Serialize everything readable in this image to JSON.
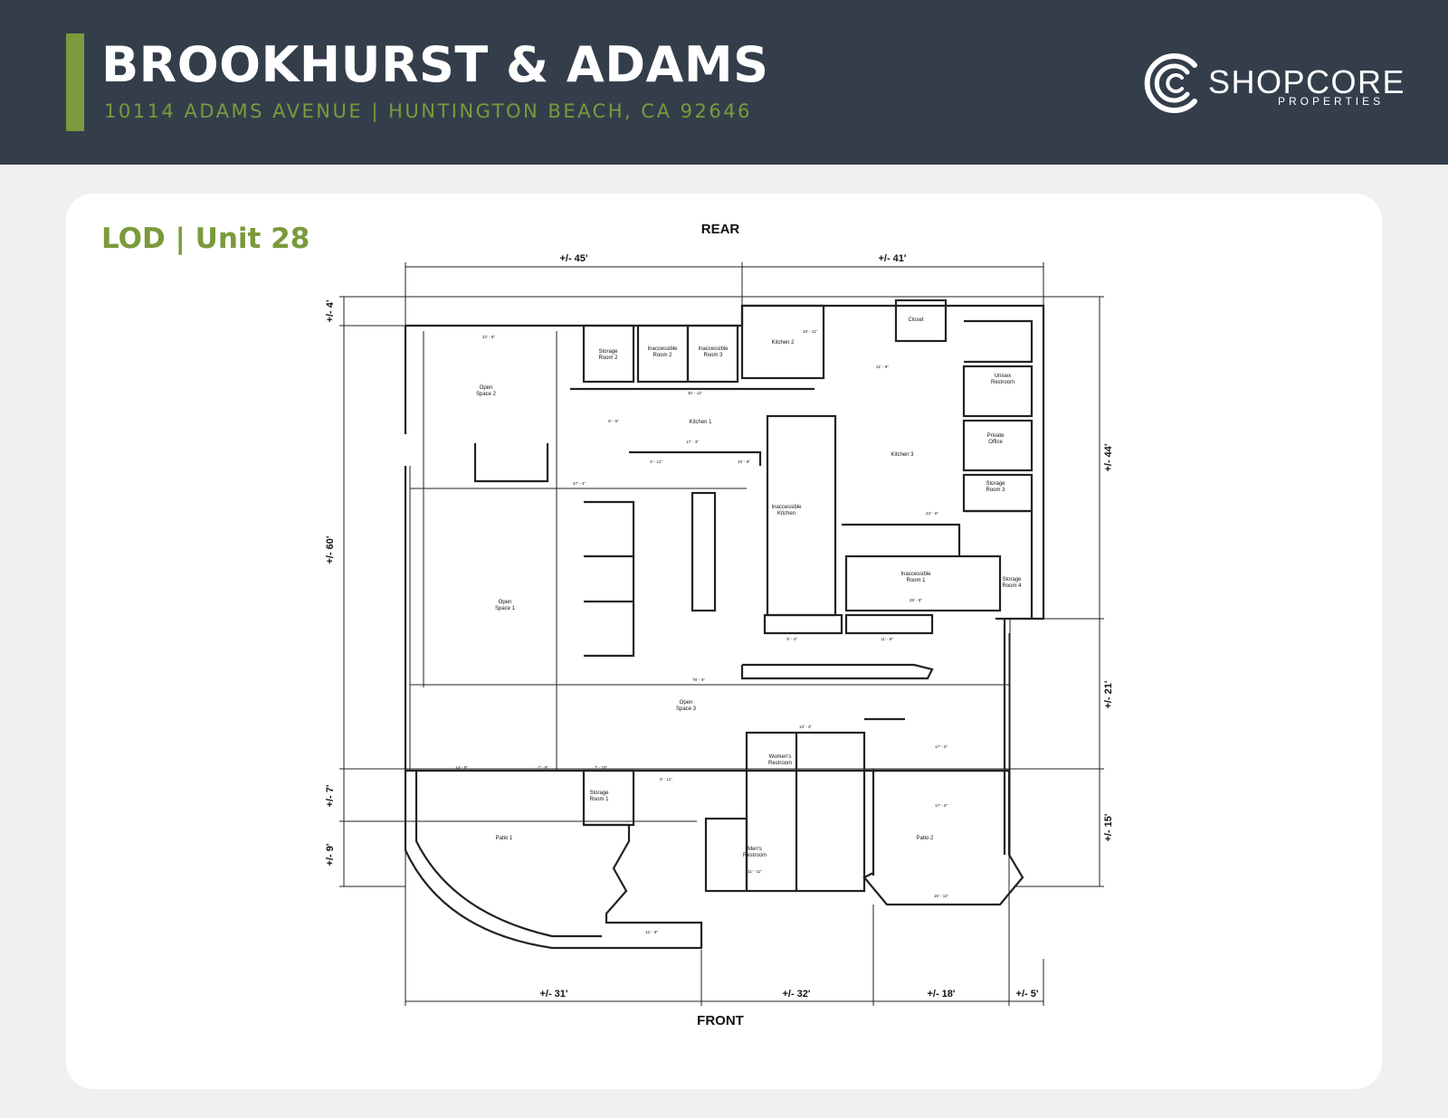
{
  "header": {
    "title": "BROOKHURST & ADAMS",
    "address": "10114 ADAMS AVENUE  |  HUNTINGTON BEACH, CA 92646",
    "logo": {
      "name": "SHOPCORE",
      "sub": "PROPERTIES"
    }
  },
  "card": {
    "title": "LOD | Unit 28"
  },
  "plan": {
    "orientation": {
      "top": "REAR",
      "bottom": "FRONT"
    },
    "dims_top": [
      "+/- 45'",
      "+/- 41'"
    ],
    "dims_bottom": [
      "+/- 31'",
      "+/- 32'",
      "+/- 18'",
      "+/- 5'"
    ],
    "dims_left": [
      "+/- 4'",
      "+/- 60'",
      "+/- 7'",
      "+/- 9'"
    ],
    "dims_right": [
      "+/- 44'",
      "+/- 21'",
      "+/- 15'"
    ],
    "rooms": {
      "open_space_2": [
        "Open",
        "Space 2"
      ],
      "open_space_1": [
        "Open",
        "Space 1"
      ],
      "open_space_3": [
        "Open",
        "Space 3"
      ],
      "storage_room_2": [
        "Storage",
        "Room 2"
      ],
      "inaccessible_room_2": [
        "Inaccessible",
        "Room 2"
      ],
      "inaccessible_room_3": [
        "Inaccessible",
        "Room 3"
      ],
      "kitchen_1": "Kitchen 1",
      "kitchen_2": "Kitchen 2",
      "kitchen_3": "Kitchen 3",
      "closet": "Closet",
      "unisex_restroom": [
        "Unisex",
        "Restroom"
      ],
      "private_office": [
        "Private",
        "Office"
      ],
      "storage_room_3": [
        "Storage",
        "Room 3"
      ],
      "inaccessible_kitchen": [
        "Inaccessible",
        "Kitchen"
      ],
      "inaccessible_room_1": [
        "Inaccessible",
        "Room 1"
      ],
      "storage_room_4": [
        "Storage",
        "Room 4"
      ],
      "storage_room_1": [
        "Storage",
        "Room 1"
      ],
      "womens_restroom": [
        "Women's",
        "Restroom"
      ],
      "mens_restroom": [
        "Men's",
        "Restroom"
      ],
      "patio_1": "Patio 1",
      "patio_2": "Patio 2"
    },
    "small_dims": {
      "d1": "22' - 6\"",
      "d2": "47' - 4\"",
      "d3": "78' - 6\"",
      "d4": "30' - 11\"",
      "d5": "17' - 3\"",
      "d6": "21' - 9\"",
      "d7": "19' - 11\"",
      "d8": "23' - 6\"",
      "d9": "26' - 8\"",
      "d10": "14' - 8\"",
      "d11": "7' - 8\"",
      "d12": "7' - 10\"",
      "d13": "8' - 11\"",
      "d14": "13' - 3\"",
      "d15": "17' - 3\"",
      "d16": "17' - 3\"",
      "d17": "16' - 11\"",
      "d18": "12' - 8\"",
      "d19": "11' - 11\"",
      "d20": "9' - 4\"",
      "d21": "11' - 9\"",
      "d22": "6' - 5\"",
      "d23": "3' - 11\"",
      "d24": "10' - 8\""
    }
  }
}
